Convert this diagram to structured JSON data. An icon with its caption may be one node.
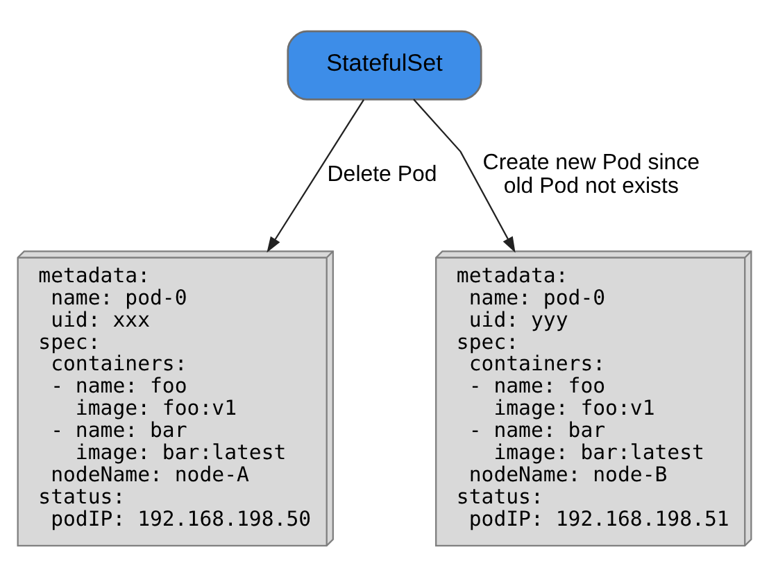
{
  "diagram": {
    "nodes": [
      {
        "text": [
          "StatefulSet"
        ]
      },
      {
        "text": [
          "metadata:",
          "  name: pod-0",
          "  uid: xxx",
          "spec:",
          "  containers:",
          "  - name: foo",
          "    image: foo:v1",
          "  - name: bar",
          "    image: bar:latest",
          "  nodeName: node-A",
          "status:",
          "  podIP: 192.168.198.50"
        ]
      },
      {
        "text": [
          "metadata:",
          "  name: pod-0",
          "  uid: yyy",
          "spec:",
          "  containers:",
          "  - name: foo",
          "    image: foo:v1",
          "  - name: bar",
          "    image: bar:latest",
          "  nodeName: node-B",
          "status:",
          "  podIP: 192.168.198.51"
        ]
      }
    ],
    "edges": [
      {
        "from": 0,
        "to": 1,
        "arrow": "to",
        "label": "Delete Pod"
      },
      {
        "from": 0,
        "to": 2,
        "arrow": "to",
        "label": "Create new Pod since old Pod not exists"
      }
    ]
  }
}
